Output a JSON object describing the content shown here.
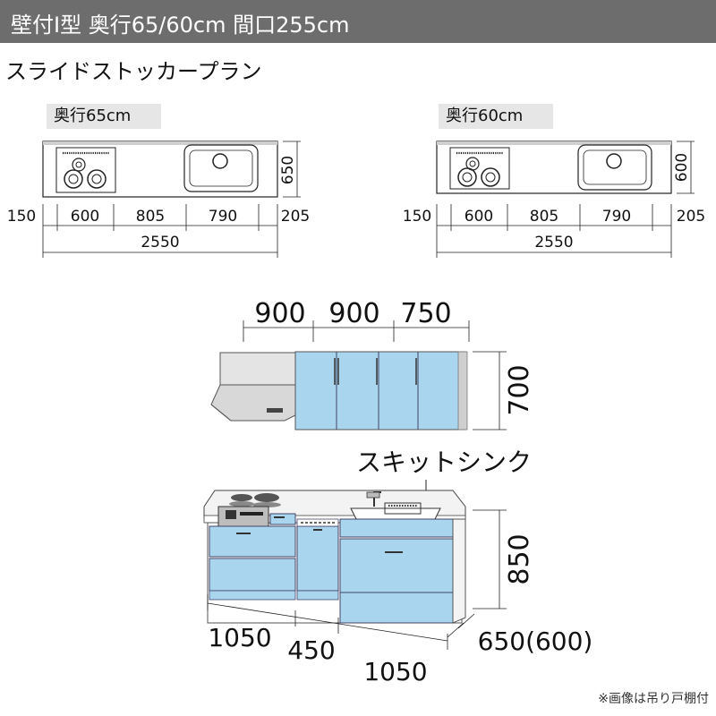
{
  "header": {
    "title": "壁付I型 奥行65/60cm 間口255cm",
    "bar_color": "#6d6d6d"
  },
  "plan": {
    "name": "スライドストッカープラン"
  },
  "top_views": {
    "left": {
      "label": "奥行65cm",
      "depth": "650",
      "segments": [
        "150",
        "600",
        "805",
        "790",
        "205"
      ],
      "total": "2550"
    },
    "right": {
      "label": "奥行60cm",
      "depth": "600",
      "segments": [
        "150",
        "600",
        "805",
        "790",
        "205"
      ],
      "total": "2550"
    }
  },
  "wall_cabinet": {
    "widths": [
      "900",
      "900",
      "750"
    ],
    "height": "700"
  },
  "base_cabinet": {
    "sink_label": "スキットシンク",
    "height": "850",
    "depth": "650(600)",
    "widths": [
      "1050",
      "450",
      "1050"
    ]
  },
  "footnote": "※画像は吊り戸棚付",
  "colors": {
    "door_blue": "#a9d6ee",
    "door_blue_dark": "#8cc3e2",
    "line": "#222222"
  }
}
